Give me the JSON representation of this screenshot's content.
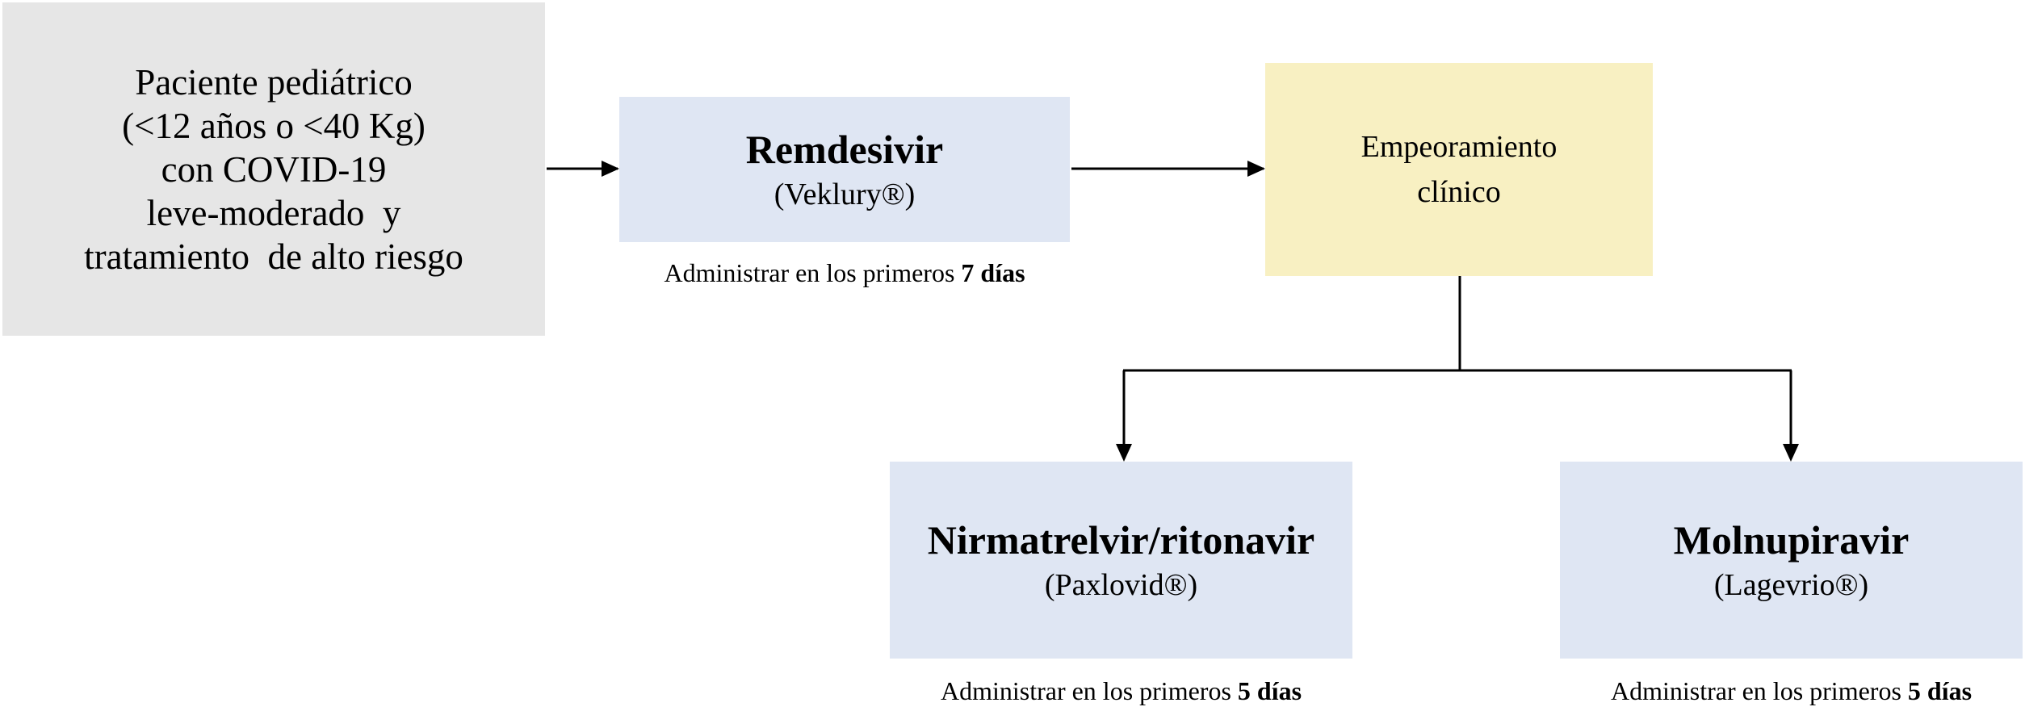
{
  "patient": {
    "lines": [
      "Paciente pediátrico",
      "(<12 años o <40 Kg)",
      "con COVID-19",
      "leve-moderado  y",
      "tratamiento  de alto riesgo"
    ]
  },
  "remdesivir": {
    "name": "Remdesivir",
    "brand": "(Veklury®)",
    "note_prefix": "Administrar en los primeros ",
    "note_days": "7 días"
  },
  "worsening": {
    "lines": [
      "Empeoramiento",
      "clínico"
    ]
  },
  "nirmatrelvir": {
    "name": "Nirmatrelvir/ritonavir",
    "brand": "(Paxlovid®)",
    "note_prefix": "Administrar en los primeros ",
    "note_days": "5 días"
  },
  "molnupiravir": {
    "name": "Molnupiravir",
    "brand": "(Lagevrio®)",
    "note_prefix": "Administrar en los primeros ",
    "note_days": "5 días"
  },
  "colors": {
    "patient_fill": "#e6e6e6",
    "drug_fill": "#dfe6f3",
    "worsening_fill": "#f8f0c2",
    "line": "#000000"
  }
}
